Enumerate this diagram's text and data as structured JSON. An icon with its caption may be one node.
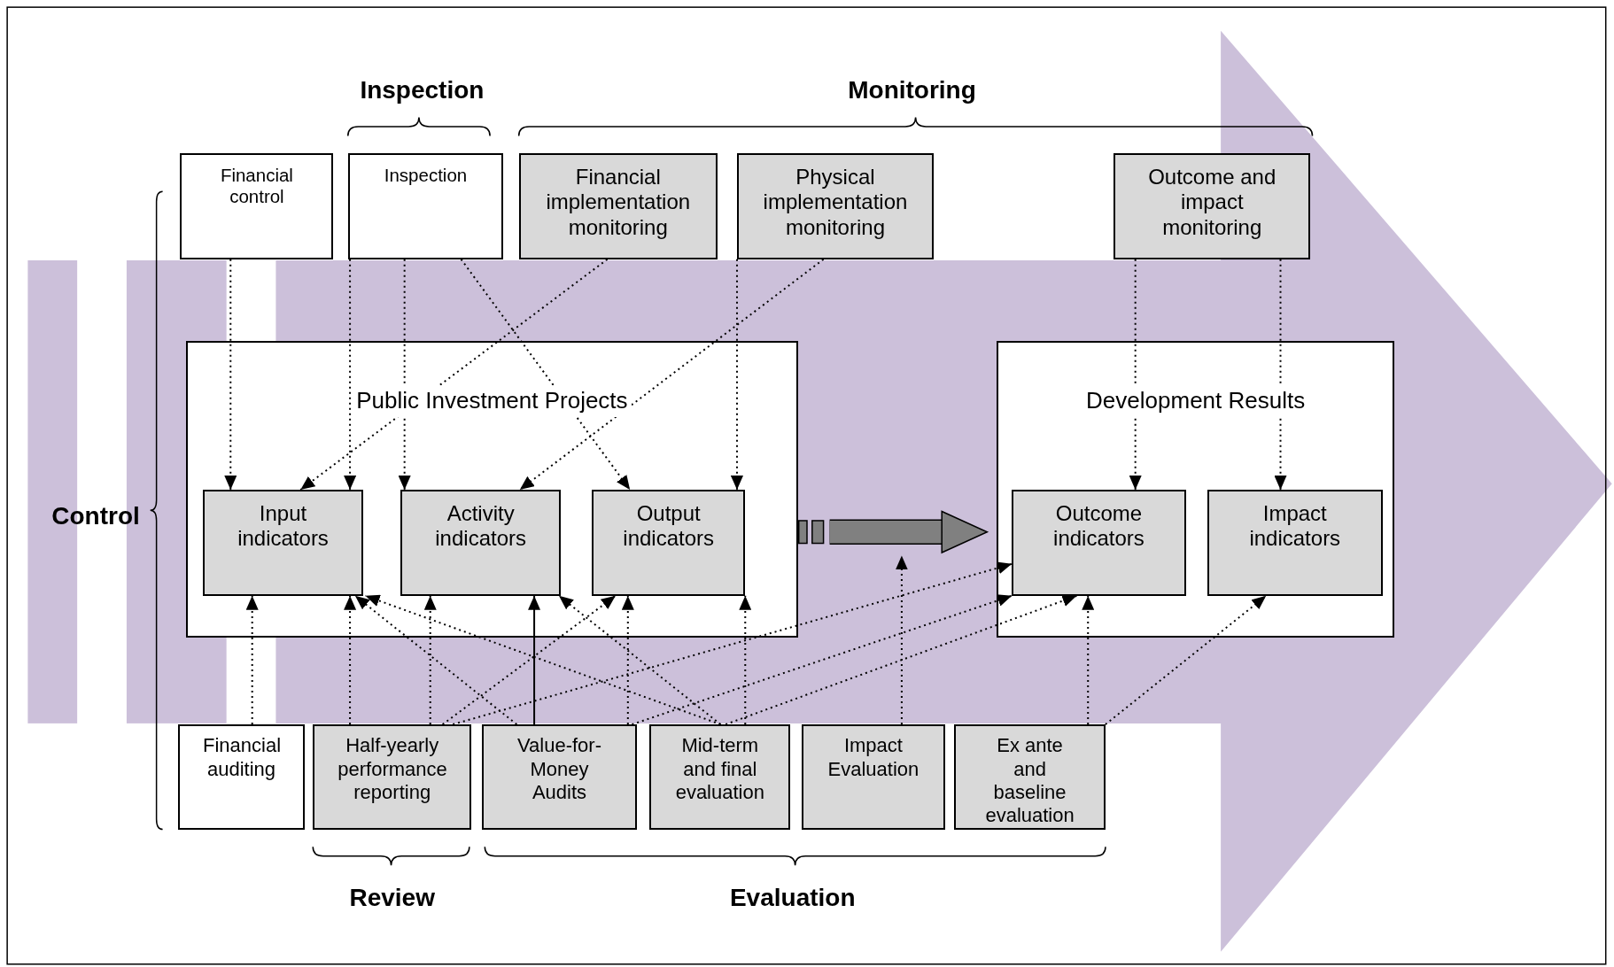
{
  "diagram": {
    "nodes": [
      {
        "text": [
          "Financial control"
        ]
      },
      {
        "text": [
          "Inspection"
        ]
      },
      {
        "text": [
          "Financial implementation monitoring"
        ]
      },
      {
        "text": [
          "Physical implementation monitoring"
        ]
      },
      {
        "text": [
          "Outcome and impact monitoring"
        ]
      },
      {
        "text": [
          "Public Investment Projects"
        ]
      },
      {
        "text": [
          "Input indicators"
        ],
        "in": 5
      },
      {
        "text": [
          "Activity indicators"
        ],
        "in": 5
      },
      {
        "text": [
          "Output indicators"
        ],
        "in": 5
      },
      {
        "text": [
          "Development Results"
        ]
      },
      {
        "text": [
          "Outcome indicators"
        ],
        "in": 9
      },
      {
        "text": [
          "Impact indicators"
        ],
        "in": 9
      },
      {
        "text": [
          "Financial auditing"
        ]
      },
      {
        "text": [
          "Half-yearly performance reporting"
        ]
      },
      {
        "text": [
          "Value-for-Money Audits"
        ]
      },
      {
        "text": [
          "Mid-term and final evaluation"
        ]
      },
      {
        "text": [
          "Impact Evaluation"
        ]
      },
      {
        "text": [
          "Ex ante and baseline evaluation"
        ]
      }
    ],
    "edges": [
      {
        "from": 0,
        "to": 6,
        "arrow": "to",
        "style": "dashed"
      },
      {
        "from": 1,
        "to": 6,
        "arrow": "to",
        "style": "dashed"
      },
      {
        "from": 1,
        "to": 7,
        "arrow": "to",
        "style": "dashed"
      },
      {
        "from": 1,
        "to": 8,
        "arrow": "to",
        "style": "dashed"
      },
      {
        "from": 2,
        "to": 6,
        "arrow": "to",
        "style": "dashed"
      },
      {
        "from": 3,
        "to": 7,
        "arrow": "to",
        "style": "dashed"
      },
      {
        "from": 3,
        "to": 8,
        "arrow": "to",
        "style": "dashed"
      },
      {
        "from": 4,
        "to": 10,
        "arrow": "to",
        "style": "dashed"
      },
      {
        "from": 4,
        "to": 11,
        "arrow": "to",
        "style": "dashed"
      },
      {
        "from": 5,
        "to": 9,
        "arrow": "to",
        "style": "thick",
        "color": "#808080"
      },
      {
        "from": 12,
        "to": 6,
        "arrow": "to",
        "style": "dashed"
      },
      {
        "from": 13,
        "to": 6,
        "arrow": "to",
        "style": "dashed"
      },
      {
        "from": 13,
        "to": 7,
        "arrow": "to",
        "style": "dashed"
      },
      {
        "from": 13,
        "to": 8,
        "arrow": "to",
        "style": "dashed"
      },
      {
        "from": 13,
        "to": 10,
        "arrow": "to",
        "style": "dashed"
      },
      {
        "from": 14,
        "to": 6,
        "arrow": "to",
        "style": "dashed"
      },
      {
        "from": 14,
        "to": 7,
        "arrow": "to"
      },
      {
        "from": 14,
        "to": 8,
        "arrow": "to",
        "style": "dashed"
      },
      {
        "from": 14,
        "to": 10,
        "arrow": "to",
        "style": "dashed"
      },
      {
        "from": 15,
        "to": 6,
        "arrow": "to",
        "style": "dashed"
      },
      {
        "from": 15,
        "to": 7,
        "arrow": "to",
        "style": "dashed"
      },
      {
        "from": 15,
        "to": 8,
        "arrow": "to",
        "style": "dashed"
      },
      {
        "from": 15,
        "to": 10,
        "arrow": "to",
        "style": "dashed"
      },
      {
        "from": 16,
        "to": null,
        "arrow": "to",
        "style": "dashed"
      },
      {
        "from": 17,
        "to": 10,
        "arrow": "to",
        "style": "dashed"
      },
      {
        "from": 17,
        "to": 11,
        "arrow": "to",
        "style": "dashed"
      }
    ],
    "labels": [
      "Inspection",
      "Monitoring",
      "Control",
      "Review",
      "Evaluation"
    ]
  }
}
